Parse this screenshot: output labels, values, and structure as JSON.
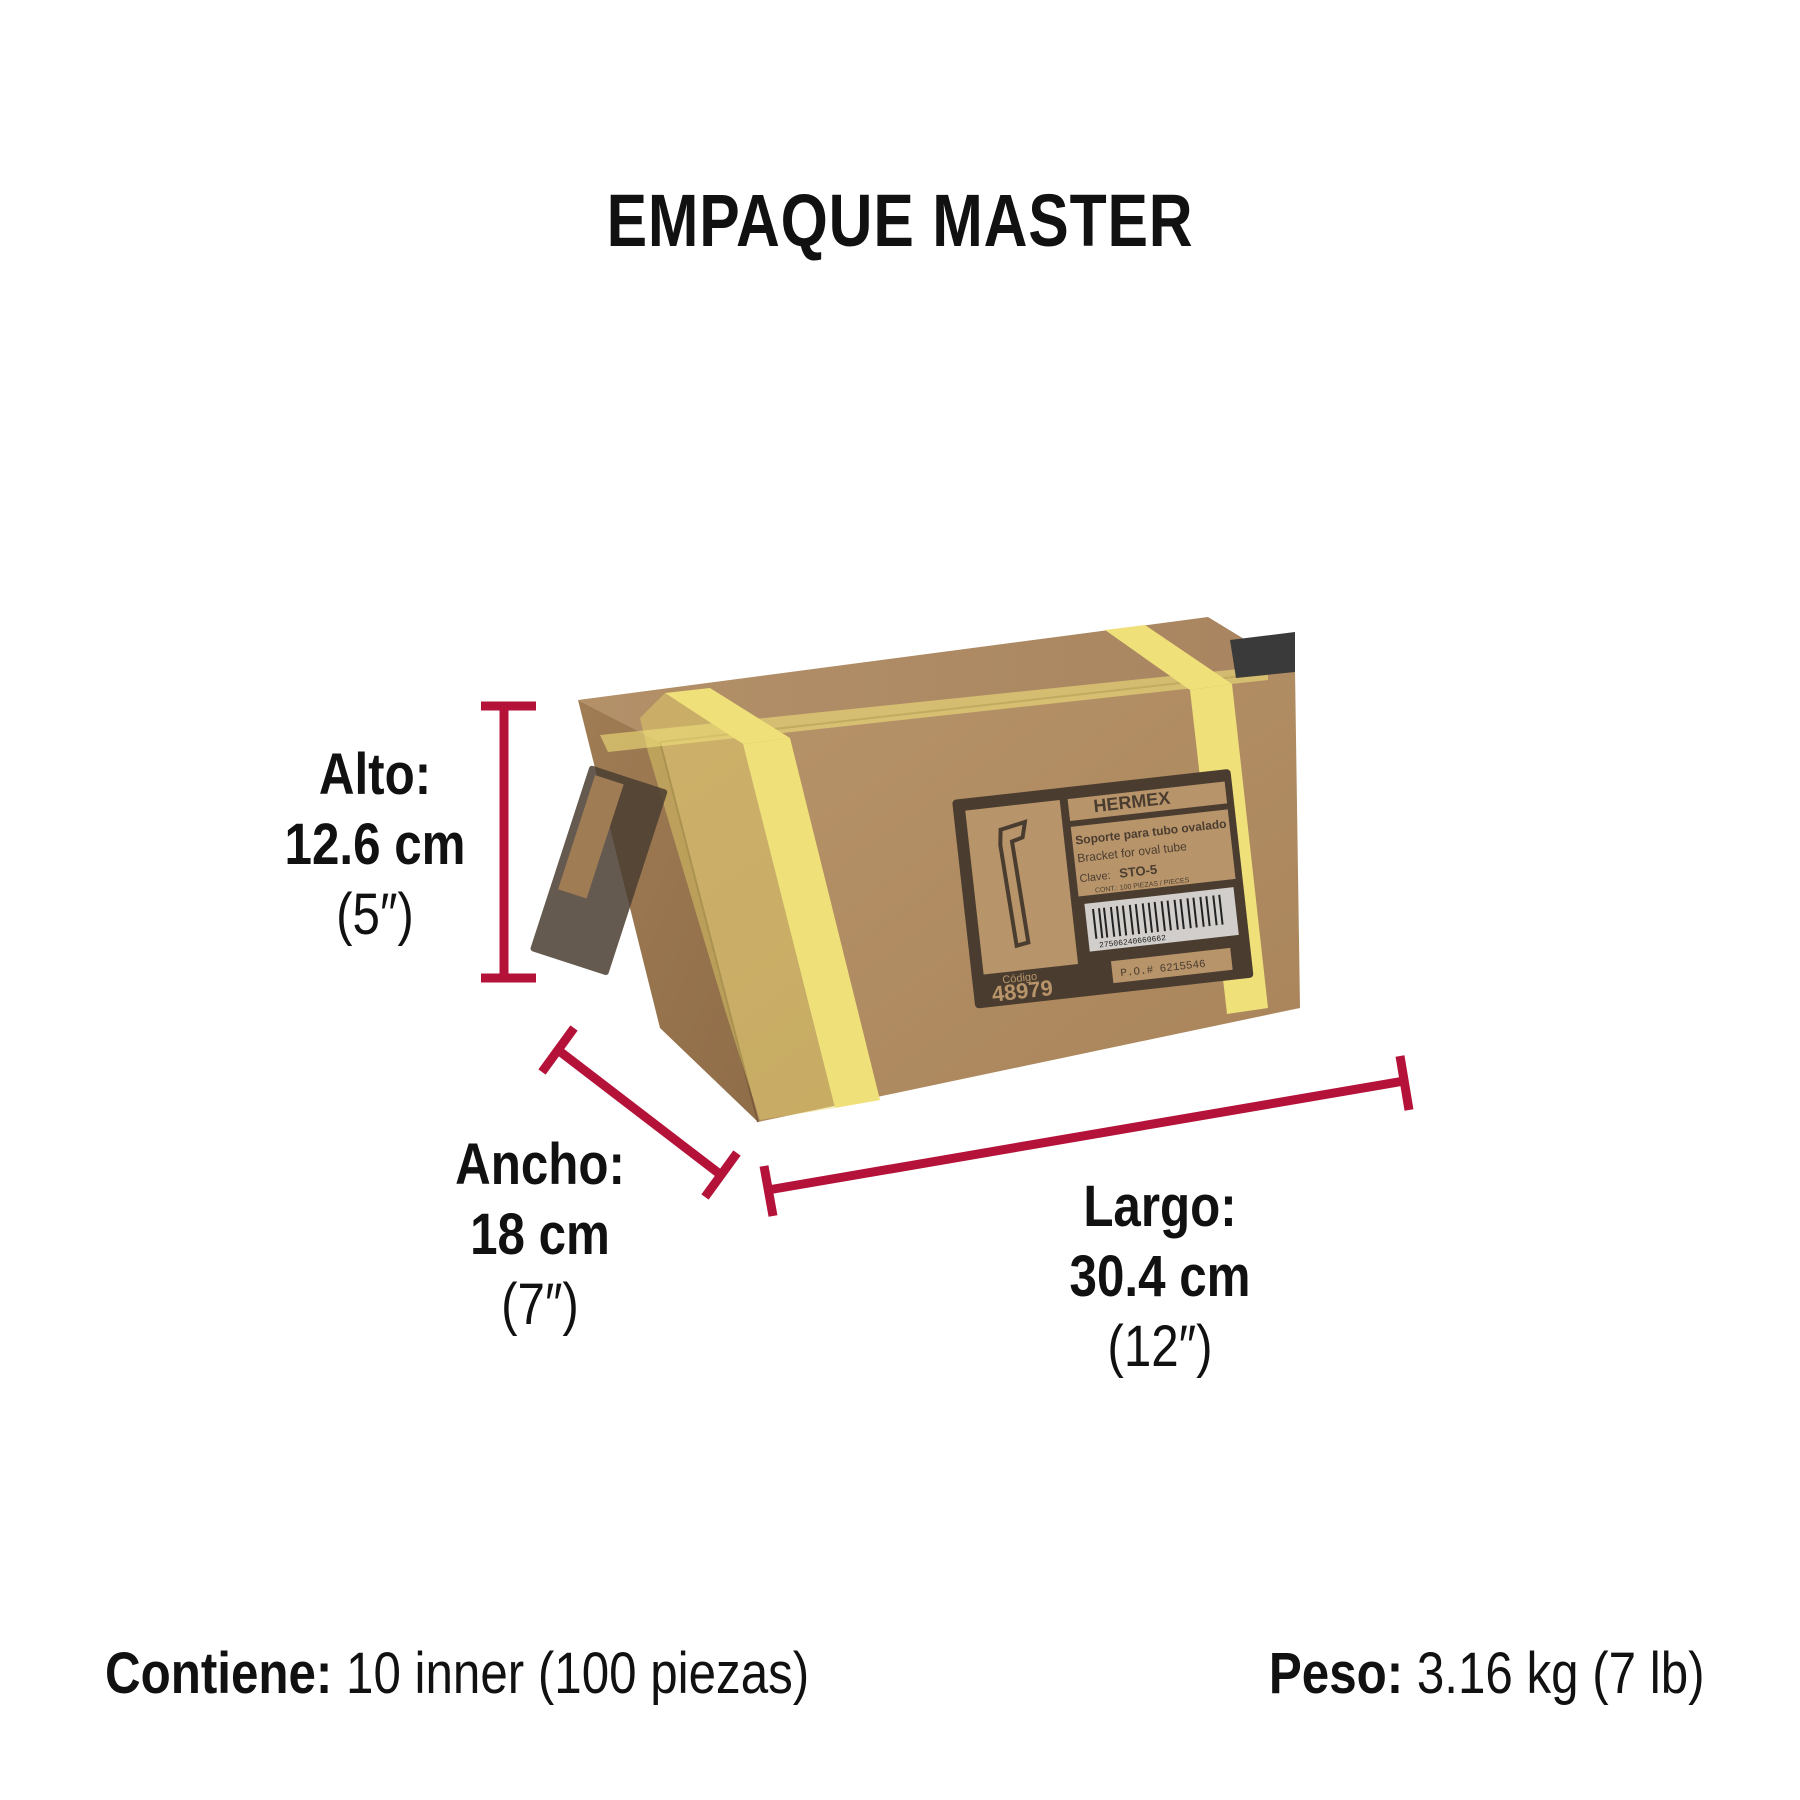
{
  "title": "EMPAQUE MASTER",
  "dimensions": {
    "alto": {
      "label": "Alto:",
      "value": "12.6 cm",
      "imperial": "(5″)"
    },
    "ancho": {
      "label": "Ancho:",
      "value": "18 cm",
      "imperial": "(7″)"
    },
    "largo": {
      "label": "Largo:",
      "value": "30.4 cm",
      "imperial": "(12″)"
    }
  },
  "box_label": {
    "brand": "HERMEX",
    "product_es": "Soporte para tubo ovalado",
    "product_en": "Bracket for oval tube",
    "clave_label": "Clave:",
    "clave": "STO-5",
    "cont": "CONT.: 100 PIEZAS / PIECES",
    "codigo_label": "Código",
    "codigo": "48979",
    "barcode_number": "27506240660662",
    "po": "P.O.# 6215546"
  },
  "footer": {
    "contiene_label": "Contiene:",
    "contiene_value": "10 inner (100 piezas)",
    "peso_label": "Peso:",
    "peso_value": "3.16 kg (7 lb)"
  },
  "colors": {
    "dimension_line": "#b5123a",
    "cardboard": "#b08a5e",
    "strap": "#efe07a"
  }
}
